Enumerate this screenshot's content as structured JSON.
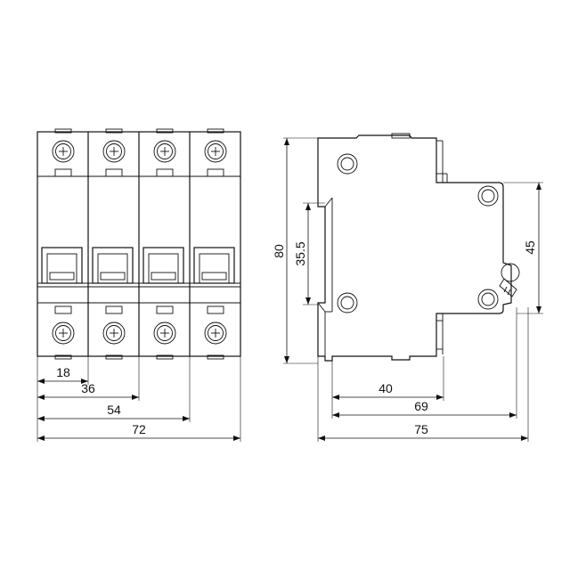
{
  "front_view": {
    "poles": 4,
    "dimensions": {
      "d18": "18",
      "d36": "36",
      "d54": "54",
      "d72": "72"
    }
  },
  "side_view": {
    "dimensions": {
      "height_total": "80",
      "height_rail": "35.5",
      "height_front": "45",
      "depth_40": "40",
      "depth_69": "69",
      "depth_75": "75"
    }
  }
}
